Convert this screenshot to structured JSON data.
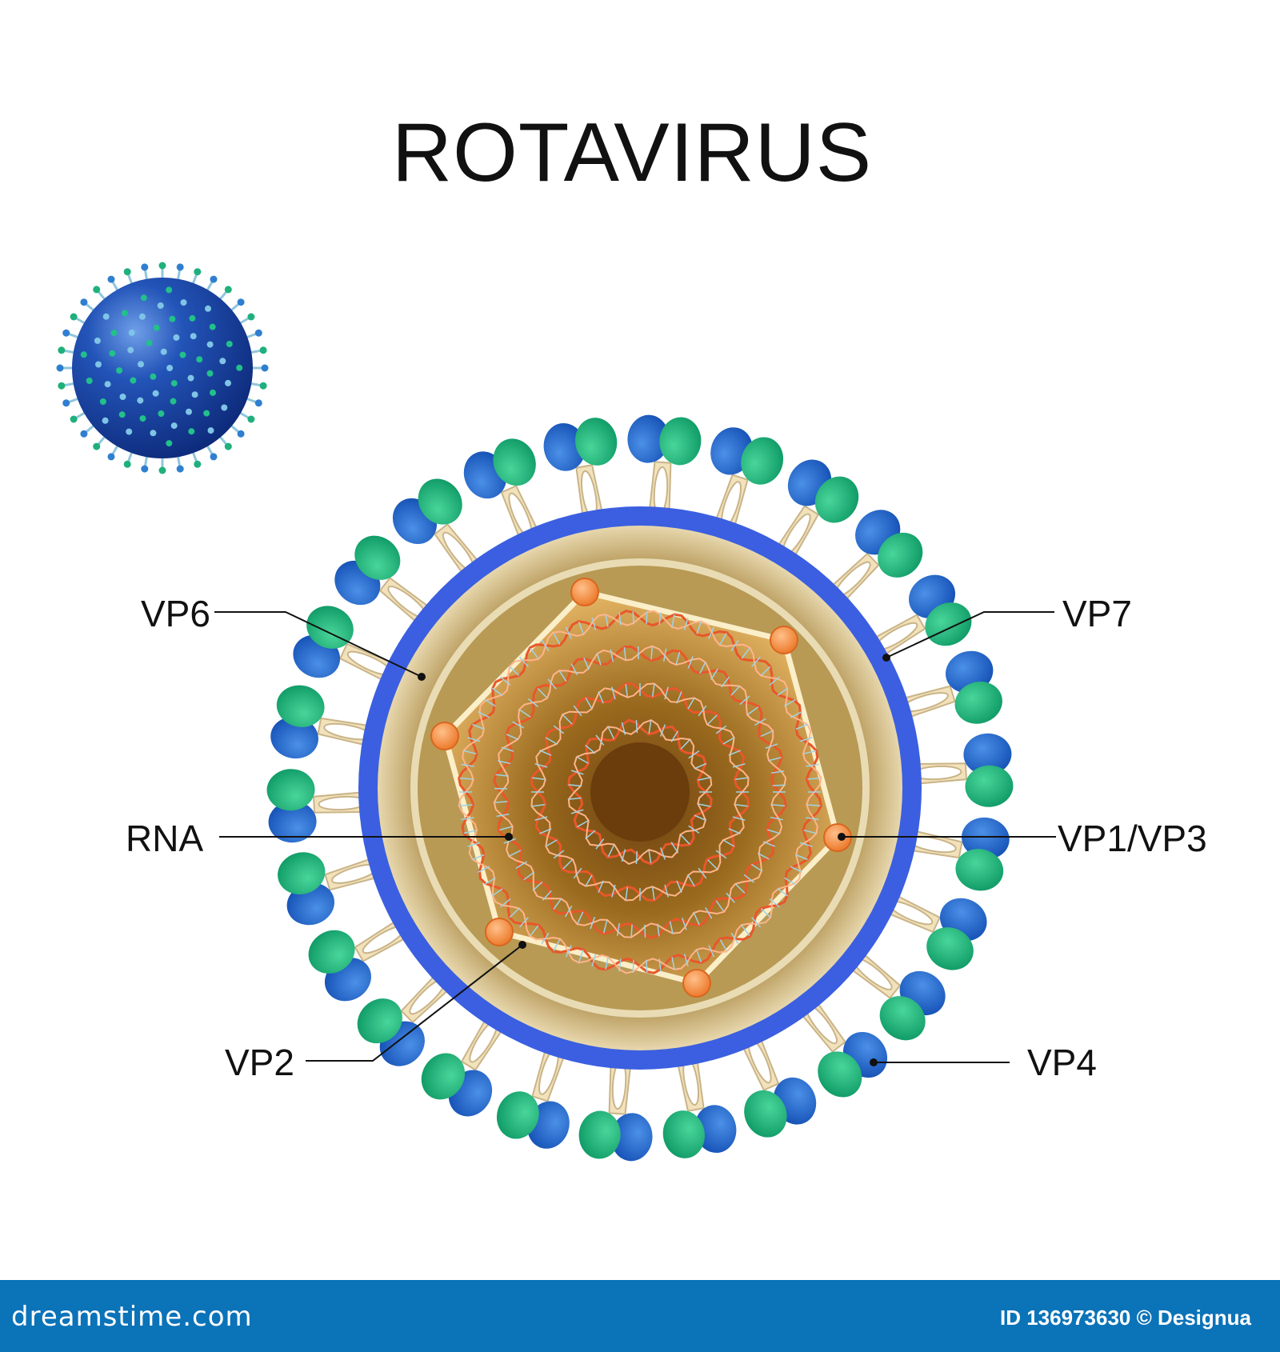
{
  "title": "ROTAVIRUS",
  "labels": {
    "vp6": "VP6",
    "vp7": "VP7",
    "rna": "RNA",
    "vp1_vp3": "VP1/VP3",
    "vp2": "VP2",
    "vp4": "VP4"
  },
  "footer": {
    "brand": "dreamstime.com",
    "credit": "ID 136973630 © Designua"
  },
  "colors": {
    "outer_capsid": "#3b5fe0",
    "inner_capsid": "#b08e48",
    "core": "#8a5a16",
    "spike_stalk": "#f2e2bc",
    "spike_blue": "#1c63c8",
    "spike_green": "#18b27a",
    "vp1_vp3_enzyme": "#f08a3c",
    "rna_strand": "#e8572a",
    "footer_bar": "#0b73b8"
  }
}
